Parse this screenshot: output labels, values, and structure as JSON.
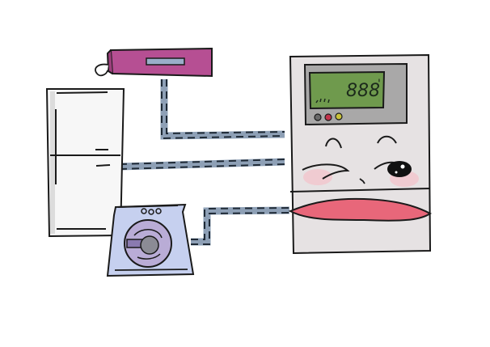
{
  "scene": {
    "description": "Cartoon illustration of household appliances wired to a smiling electricity meter",
    "background_color": "#ffffff"
  },
  "meter": {
    "display_value": "888",
    "display_suffix": "'",
    "body_color": "#e6e2e3",
    "screen_frame_color": "#a9a8a8",
    "screen_color": "#6f9a4d",
    "buttons": [
      {
        "name": "dark",
        "color": "#6a6a6a"
      },
      {
        "name": "red",
        "color": "#c2334b"
      },
      {
        "name": "yellow",
        "color": "#c9c23a"
      }
    ],
    "mouth_color": "#e8677a",
    "blush_color": "#f3c6cc"
  },
  "air_conditioner": {
    "body_color": "#b64f93",
    "vent_color": "#9aaec9"
  },
  "fridge": {
    "body_color": "#f7f7f7",
    "shade_color": "#dcdcdc"
  },
  "washing_machine": {
    "body_color": "#c6d0ef",
    "drum_color": "#b9acd6",
    "handle_color": "#8a7ab0",
    "knob_color": "#8b8b95"
  },
  "wires": {
    "color": "#8ea0b6",
    "dash_color": "#1f2a36"
  }
}
